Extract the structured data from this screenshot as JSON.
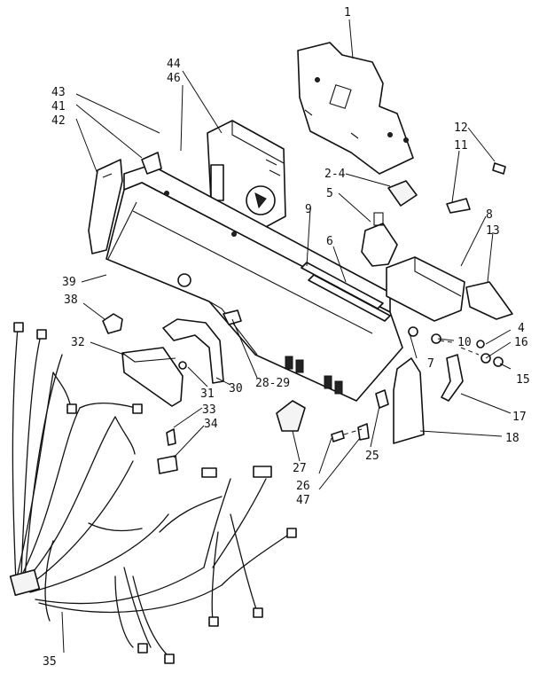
{
  "callouts": [
    {
      "id": "c1",
      "text": "1"
    },
    {
      "id": "c44",
      "text": "44"
    },
    {
      "id": "c46",
      "text": "46"
    },
    {
      "id": "c43",
      "text": "43"
    },
    {
      "id": "c41",
      "text": "41"
    },
    {
      "id": "c42",
      "text": "42"
    },
    {
      "id": "c12",
      "text": "12"
    },
    {
      "id": "c11",
      "text": "11"
    },
    {
      "id": "c2-4",
      "text": "2-4"
    },
    {
      "id": "c5",
      "text": "5"
    },
    {
      "id": "c9",
      "text": "9"
    },
    {
      "id": "c8",
      "text": "8"
    },
    {
      "id": "c6",
      "text": "6"
    },
    {
      "id": "c13",
      "text": "13"
    },
    {
      "id": "c39",
      "text": "39"
    },
    {
      "id": "c38",
      "text": "38"
    },
    {
      "id": "c32",
      "text": "32"
    },
    {
      "id": "c4",
      "text": "4"
    },
    {
      "id": "c16",
      "text": "16"
    },
    {
      "id": "c10",
      "text": "10"
    },
    {
      "id": "c7",
      "text": "7"
    },
    {
      "id": "c31",
      "text": "31"
    },
    {
      "id": "c30",
      "text": "30"
    },
    {
      "id": "c28-29",
      "text": "28-29"
    },
    {
      "id": "c15",
      "text": "15"
    },
    {
      "id": "c17",
      "text": "17"
    },
    {
      "id": "c18",
      "text": "18"
    },
    {
      "id": "c33",
      "text": "33"
    },
    {
      "id": "c34",
      "text": "34"
    },
    {
      "id": "c25",
      "text": "25"
    },
    {
      "id": "c27",
      "text": "27"
    },
    {
      "id": "c26",
      "text": "26"
    },
    {
      "id": "c47",
      "text": "47"
    },
    {
      "id": "c35",
      "text": "35"
    }
  ]
}
